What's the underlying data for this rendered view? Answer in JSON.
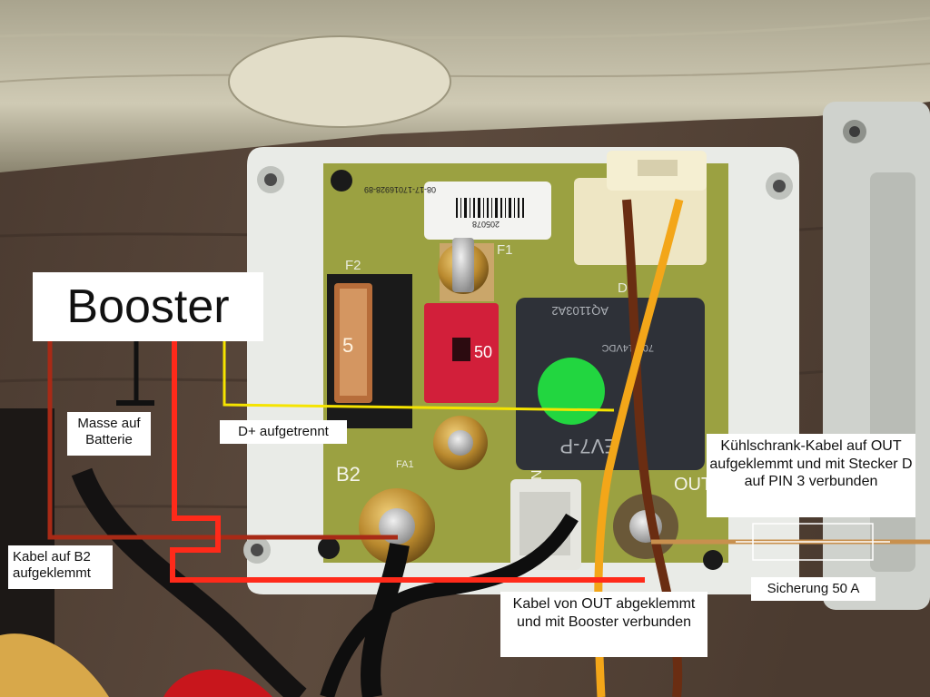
{
  "labels": {
    "booster": "Booster",
    "masse": "Masse auf Batterie",
    "d_plus": "D+ aufgetrennt",
    "kabel_b2": "Kabel auf B2 aufgeklemmt",
    "kuehlschrank": "Kühlschrank-Kabel auf OUT aufgeklemmt und mit Stecker D auf PIN 3 verbunden",
    "sicherung": "Sicherung 50 A",
    "kabel_out": "Kabel von OUT abgeklemmt und mit Booster verbunden"
  },
  "pcb": {
    "f2": "F2",
    "f1": "F1",
    "d1": "D1",
    "b2": "B2",
    "fa1": "FA1",
    "gnd": "GND",
    "out": "OUT",
    "fuse_value": "50",
    "small_fuse_value": "5",
    "sticker_number": "205078",
    "sticker_code": "08-17-17016928-89",
    "relay_model": "AQ1103A2",
    "relay_spec": "70A 14VDC",
    "relay_type": "EV7-P"
  },
  "colors": {
    "booster_wire_dark": "#a82a16",
    "booster_wire_bright": "#ff2a1a",
    "ground_wire": "#111111",
    "d_plus_wire": "#f5e400",
    "fridge_wire": "#c8904e",
    "green_dot": "#22d640"
  }
}
